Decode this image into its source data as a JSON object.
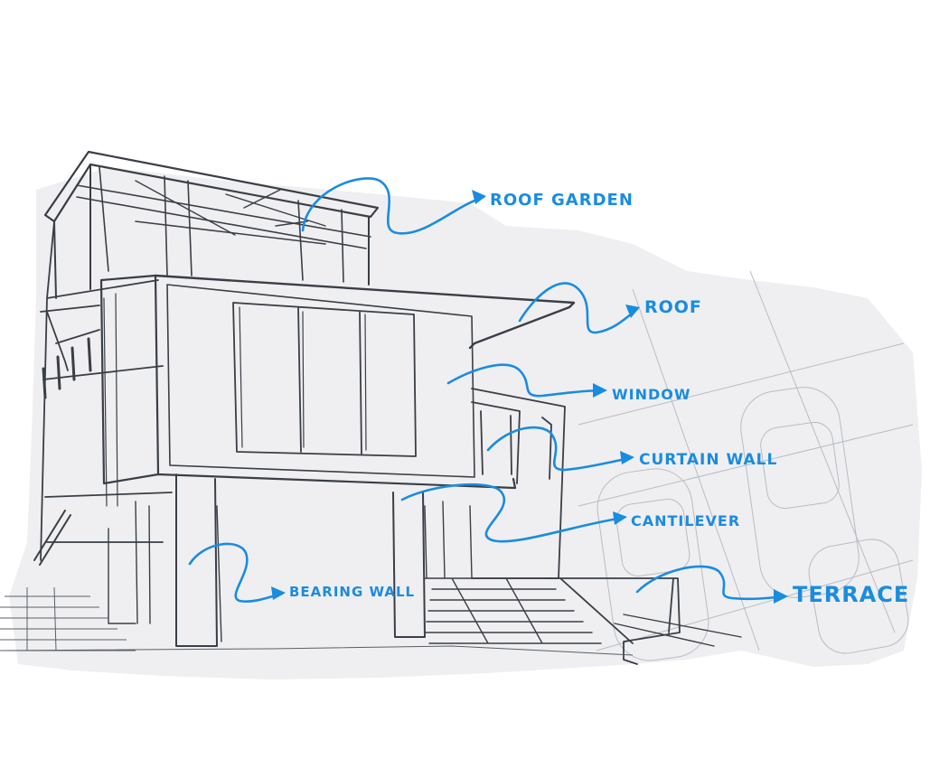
{
  "labels": {
    "roof_garden": "ROOF GARDEN",
    "roof": "ROOF",
    "window": "WINDOW",
    "curtain_wall": "CURTAIN WALL",
    "cantilever": "CANTILEVER",
    "bearing_wall": "BEARING WALL",
    "terrace": "TERRACE"
  },
  "annotation_color": "#1a8ce0",
  "sketch_color": "#3a3e46",
  "background_wash": "#efeff1"
}
